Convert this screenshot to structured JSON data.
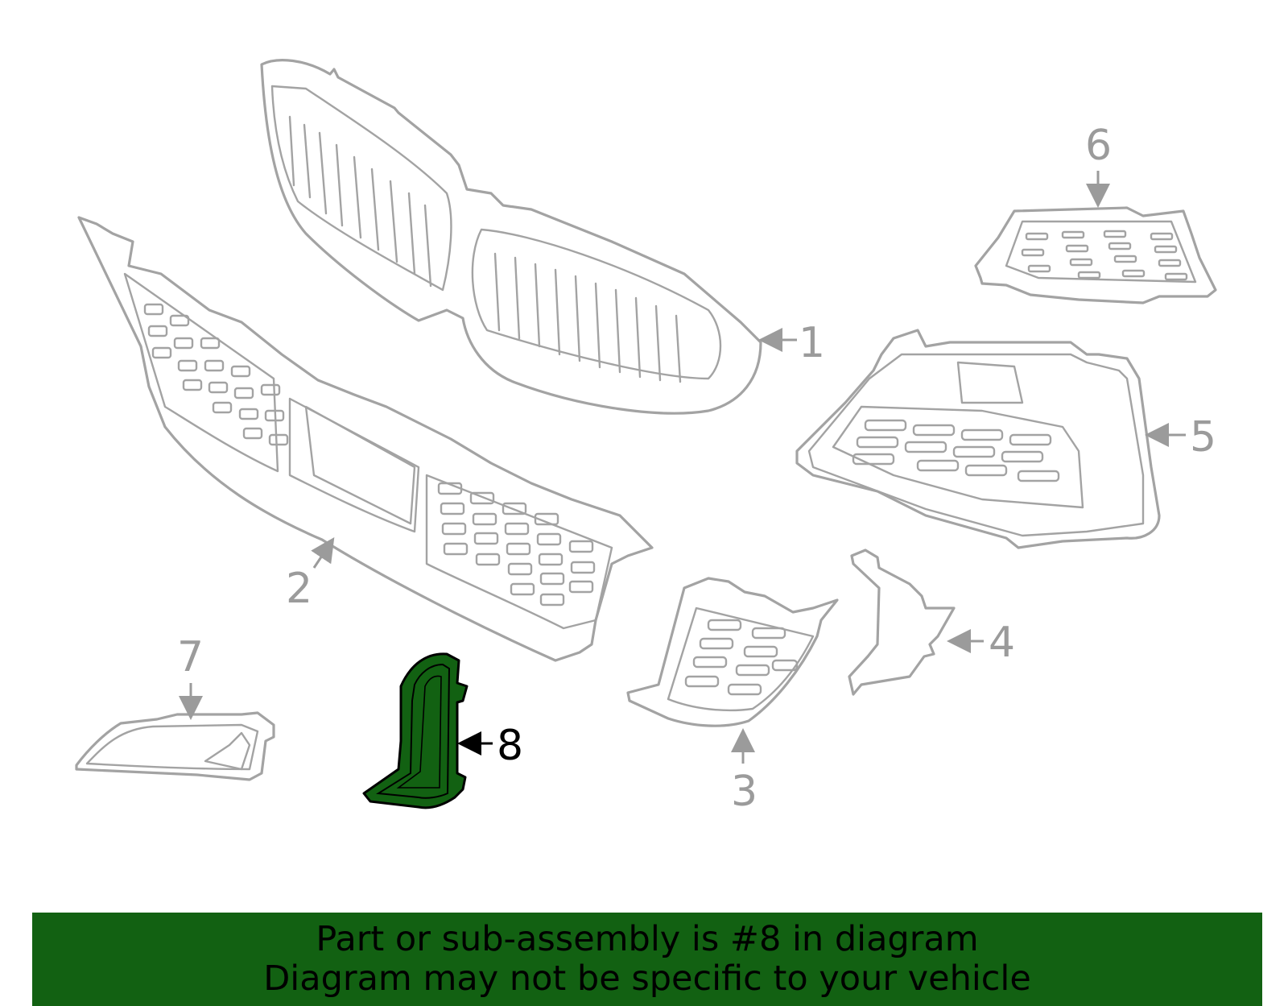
{
  "callouts": [
    "1",
    "2",
    "3",
    "4",
    "5",
    "6",
    "7",
    "8"
  ],
  "highlighted_part": "8",
  "highlight_color": "#126112",
  "part_line_color": "#a3a3a3",
  "banner": {
    "line1": "Part or sub-assembly is #8 in diagram",
    "line2": "Diagram may not be specific to your vehicle",
    "background": "#126112"
  }
}
